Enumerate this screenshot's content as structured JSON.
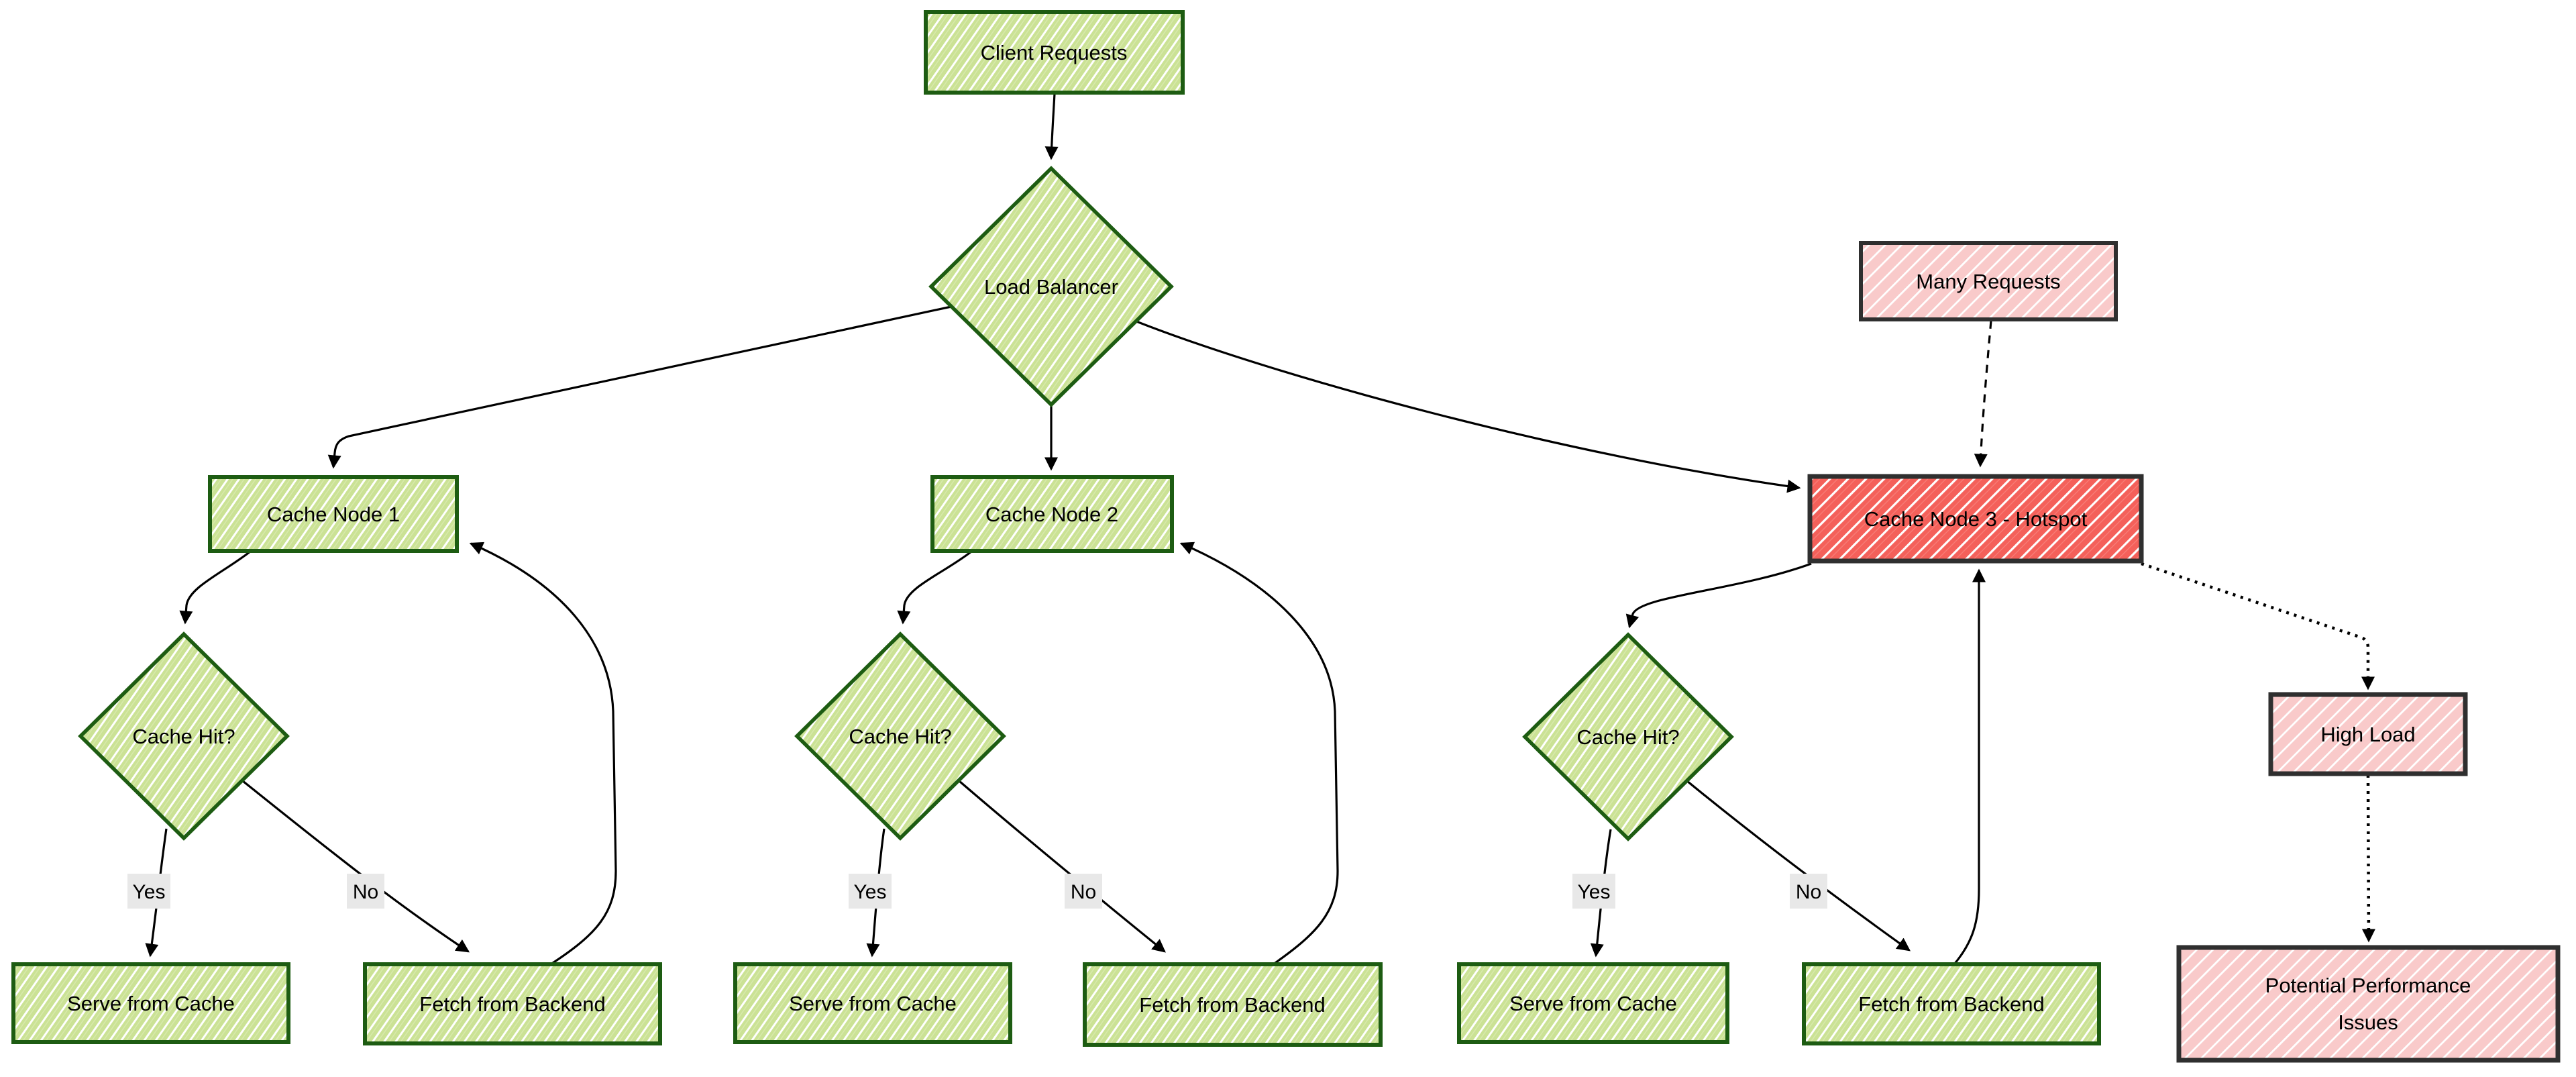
{
  "diagram": {
    "type": "flowchart",
    "direction": "top-down",
    "style": "hand-drawn-sketch",
    "background": "#ffffff",
    "colors": {
      "node_green_fill": "#cbe295",
      "node_green_border": "#1d5c12",
      "node_red_fill": "#f4605a",
      "node_red_border": "#2f2f2f",
      "node_pink_fill": "#f9caca",
      "node_pink_border": "#2f2f2f",
      "edge": "#000000",
      "edge_label_bg": "#e8e8e8",
      "hatch_line": "#ffffff",
      "text": "#000000"
    },
    "nodes": {
      "client_requests": {
        "label": "Client Requests",
        "shape": "rectangle",
        "variant": "green"
      },
      "load_balancer": {
        "label": "Load Balancer",
        "shape": "diamond",
        "variant": "green"
      },
      "cache_node_1": {
        "label": "Cache Node 1",
        "shape": "rectangle",
        "variant": "green"
      },
      "cache_node_2": {
        "label": "Cache Node 2",
        "shape": "rectangle",
        "variant": "green"
      },
      "cache_node_3": {
        "label": "Cache Node 3 - Hotspot",
        "shape": "rectangle",
        "variant": "red"
      },
      "many_requests": {
        "label": "Many Requests",
        "shape": "rectangle",
        "variant": "pink"
      },
      "cache_hit_1": {
        "label": "Cache Hit?",
        "shape": "diamond",
        "variant": "green"
      },
      "cache_hit_2": {
        "label": "Cache Hit?",
        "shape": "diamond",
        "variant": "green"
      },
      "cache_hit_3": {
        "label": "Cache Hit?",
        "shape": "diamond",
        "variant": "green"
      },
      "serve_from_cache_1": {
        "label": "Serve from Cache",
        "shape": "rectangle",
        "variant": "green"
      },
      "fetch_from_backend_1": {
        "label": "Fetch from Backend",
        "shape": "rectangle",
        "variant": "green"
      },
      "serve_from_cache_2": {
        "label": "Serve from Cache",
        "shape": "rectangle",
        "variant": "green"
      },
      "fetch_from_backend_2": {
        "label": "Fetch from Backend",
        "shape": "rectangle",
        "variant": "green"
      },
      "serve_from_cache_3": {
        "label": "Serve from Cache",
        "shape": "rectangle",
        "variant": "green"
      },
      "fetch_from_backend_3": {
        "label": "Fetch from Backend",
        "shape": "rectangle",
        "variant": "green"
      },
      "high_load": {
        "label": "High Load",
        "shape": "rectangle",
        "variant": "pink"
      },
      "potential_performance_issues": {
        "label": "Potential Performance Issues",
        "label_lines": [
          "Potential Performance",
          "Issues"
        ],
        "shape": "rectangle",
        "variant": "pink"
      }
    },
    "edges": [
      {
        "from": "client_requests",
        "to": "load_balancer",
        "style": "solid",
        "label": ""
      },
      {
        "from": "load_balancer",
        "to": "cache_node_1",
        "style": "solid",
        "label": ""
      },
      {
        "from": "load_balancer",
        "to": "cache_node_2",
        "style": "solid",
        "label": ""
      },
      {
        "from": "load_balancer",
        "to": "cache_node_3",
        "style": "solid",
        "label": ""
      },
      {
        "from": "cache_node_1",
        "to": "cache_hit_1",
        "style": "solid",
        "label": ""
      },
      {
        "from": "cache_hit_1",
        "to": "serve_from_cache_1",
        "style": "solid",
        "label": "Yes"
      },
      {
        "from": "cache_hit_1",
        "to": "fetch_from_backend_1",
        "style": "solid",
        "label": "No"
      },
      {
        "from": "fetch_from_backend_1",
        "to": "cache_node_1",
        "style": "solid",
        "label": ""
      },
      {
        "from": "cache_node_2",
        "to": "cache_hit_2",
        "style": "solid",
        "label": ""
      },
      {
        "from": "cache_hit_2",
        "to": "serve_from_cache_2",
        "style": "solid",
        "label": "Yes"
      },
      {
        "from": "cache_hit_2",
        "to": "fetch_from_backend_2",
        "style": "solid",
        "label": "No"
      },
      {
        "from": "fetch_from_backend_2",
        "to": "cache_node_2",
        "style": "solid",
        "label": ""
      },
      {
        "from": "cache_node_3",
        "to": "cache_hit_3",
        "style": "solid",
        "label": ""
      },
      {
        "from": "cache_hit_3",
        "to": "serve_from_cache_3",
        "style": "solid",
        "label": "Yes"
      },
      {
        "from": "cache_hit_3",
        "to": "fetch_from_backend_3",
        "style": "solid",
        "label": "No"
      },
      {
        "from": "fetch_from_backend_3",
        "to": "cache_node_3",
        "style": "solid",
        "label": ""
      },
      {
        "from": "many_requests",
        "to": "cache_node_3",
        "style": "dashed",
        "label": ""
      },
      {
        "from": "cache_node_3",
        "to": "high_load",
        "style": "dotted",
        "label": ""
      },
      {
        "from": "high_load",
        "to": "potential_performance_issues",
        "style": "dotted",
        "label": ""
      }
    ]
  }
}
